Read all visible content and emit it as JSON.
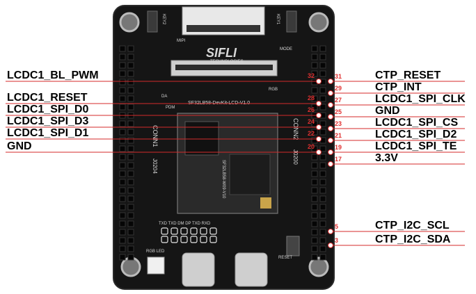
{
  "colors": {
    "board": "#151515",
    "board_edge": "#2a2a2a",
    "silk": "#e6e6e6",
    "gold": "#c9a44a",
    "callout": "#d42a2a",
    "label_text": "#000000"
  },
  "board_silk": {
    "brand": "SIFLI",
    "brand_sub": "TECHNOLOGIES",
    "model": "SF32LB58-DevKit-LCD-V1.0",
    "conn1": "CONN1",
    "conn1_id": "J0204",
    "conn2": "CONN2",
    "conn2_id": "J0200",
    "mipi": "MIPI",
    "key2": "KEY2",
    "key1": "KEY1",
    "mode": "MODE",
    "rgb": "RGB",
    "da": "DA",
    "pdm": "PDM",
    "module": "SF32LB58-W09-V10",
    "uart_pins": "TXD TXD DM DP TXD RXD",
    "rgb_led": "RGB LED",
    "reset": "RESET"
  },
  "left_labels": [
    {
      "text": "LCDC1_BL_PWM",
      "pin": "32"
    },
    {
      "text": "LCDC1_RESET",
      "pin": "28"
    },
    {
      "text": "LCDC1_SPI_D0",
      "pin": "26"
    },
    {
      "text": "LCDC1_SPI_D3",
      "pin": "24"
    },
    {
      "text": "LCDC1_SPI_D1",
      "pin": "22"
    },
    {
      "text": "GND",
      "pin": "20"
    }
  ],
  "right_labels": [
    {
      "text": "CTP_RESET",
      "pin": "31"
    },
    {
      "text": "CTP_INT",
      "pin": "29"
    },
    {
      "text": "LCDC1_SPI_CLK",
      "pin": "27"
    },
    {
      "text": "GND",
      "pin": "25"
    },
    {
      "text": "LCDC1_SPI_CS",
      "pin": "23"
    },
    {
      "text": "LCDC1_SPI_D2",
      "pin": "21"
    },
    {
      "text": "LCDC1_SPI_TE",
      "pin": "19"
    },
    {
      "text": "3.3V",
      "pin": "17"
    },
    {
      "text": "CTP_I2C_SCL",
      "pin": "5"
    },
    {
      "text": "CTP_I2C_SDA",
      "pin": "3"
    }
  ]
}
